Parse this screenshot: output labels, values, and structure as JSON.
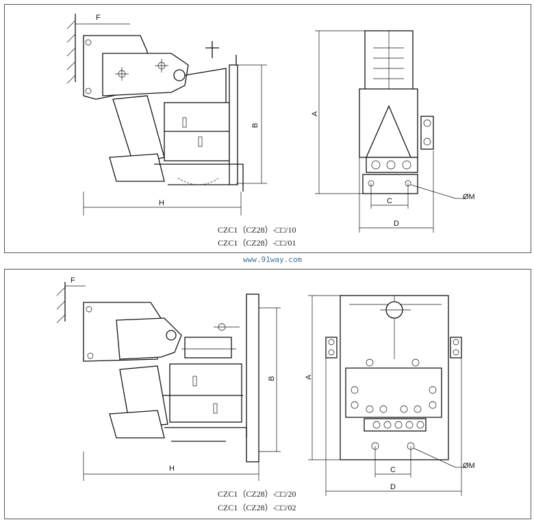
{
  "watermark": "www.91way.com",
  "panels": [
    {
      "labels": {
        "F": "F",
        "H": "H",
        "B": "B",
        "A": "A",
        "C": "C",
        "D": "D",
        "M": "ØM"
      },
      "captions": [
        "CZC1（CZ28）-□□/10",
        "CZC1（CZ28）-□□/01"
      ]
    },
    {
      "labels": {
        "F": "F",
        "H": "H",
        "B": "B",
        "A": "A",
        "C": "C",
        "D": "D",
        "M": "ØM"
      },
      "captions": [
        "CZC1（CZ28）-□□/20",
        "CZC1（CZ28）-□□/02"
      ]
    }
  ]
}
